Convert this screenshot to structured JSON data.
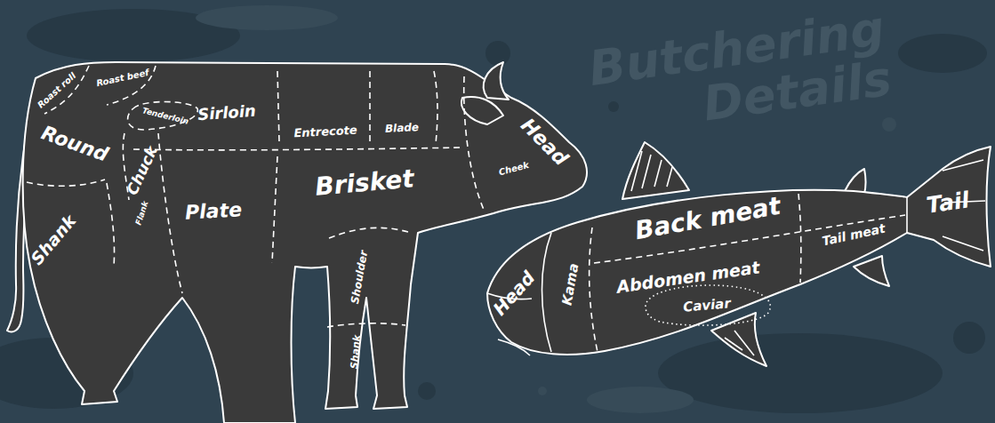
{
  "diagram": {
    "title": "Butchering Details",
    "labels": [
      "Roast roll",
      "Roast beef",
      "Sirloin",
      "Entrecote",
      "Blade",
      "Head",
      "Tenderloin",
      "Round",
      "Chuck",
      "Cheek",
      "Brisket",
      "Plate",
      "Flank",
      "Shank",
      "Shoulder",
      "Shank",
      "Back meat",
      "Tail",
      "Head",
      "Kama",
      "Abdomen meat",
      "Tail meat",
      "Caviar"
    ]
  }
}
